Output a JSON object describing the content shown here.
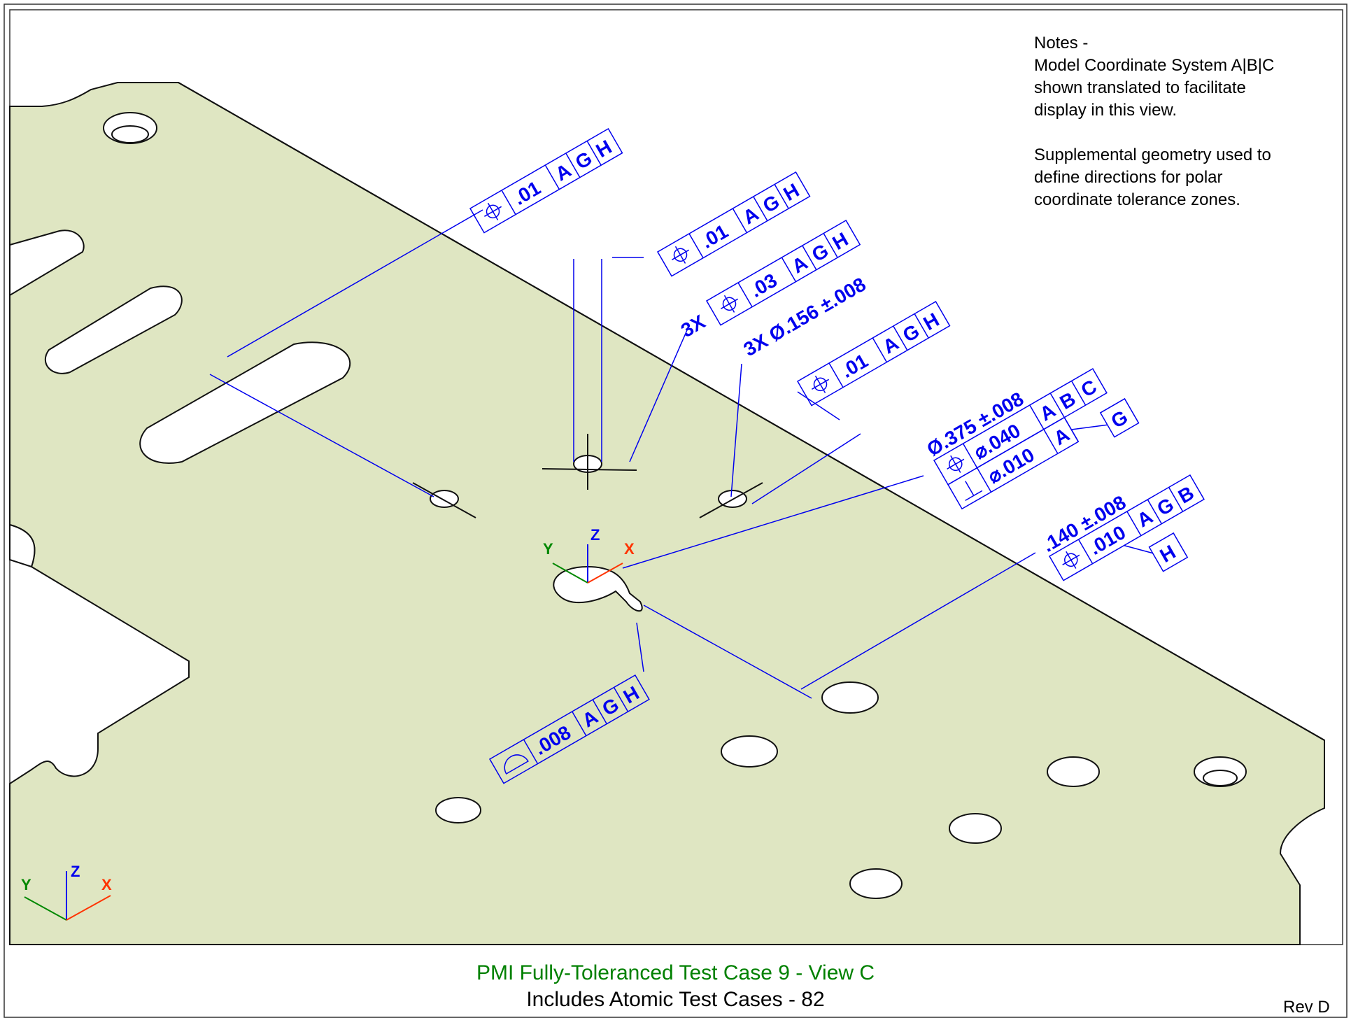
{
  "notes": {
    "header": "Notes -",
    "lines_1": [
      "Model Coordinate System A|B|C",
      "shown translated to facilitate",
      "display in this view."
    ],
    "lines_2": [
      "Supplemental geometry used to",
      "define directions for polar",
      "coordinate tolerance zones."
    ]
  },
  "title": {
    "main": "PMI Fully-Toleranced Test Case 9 - View C",
    "sub": "Includes Atomic Test Cases - 82",
    "rev": "Rev D"
  },
  "colors": {
    "plate": "#dfe6c2",
    "annotation": "#0000ee",
    "title": "#008000",
    "axis_x": "#ff3300",
    "axis_y": "#008800",
    "axis_z": "#0000ee"
  },
  "axes": {
    "x": "X",
    "y": "Y",
    "z": "Z"
  },
  "annotations": {
    "fcf1": {
      "symbol": "position-icon",
      "tol": ".01",
      "refs": [
        "A",
        "G",
        "H"
      ]
    },
    "fcf2": {
      "symbol": "position-icon",
      "tol": ".01",
      "refs": [
        "A",
        "G",
        "H"
      ]
    },
    "fcf3": {
      "count": "3X",
      "symbol": "position-icon",
      "tol": ".03",
      "refs": [
        "A",
        "G",
        "H"
      ]
    },
    "fcf4": {
      "size": "3X Ø.156 ±.008"
    },
    "fcf5": {
      "symbol": "position-icon",
      "tol": ".01",
      "refs": [
        "A",
        "G",
        "H"
      ]
    },
    "fcf6": {
      "size": "Ø.375 ±.008",
      "row1": {
        "symbol": "position-icon",
        "tol": "⌀.040",
        "refs": [
          "A",
          "B",
          "C"
        ]
      },
      "row2": {
        "symbol": "perpendicularity-icon",
        "tol": "⌀.010",
        "refs": [
          "A"
        ]
      },
      "datum": "G"
    },
    "fcf7": {
      "size": ".140 ±.008",
      "symbol": "position-icon",
      "tol": ".010",
      "refs": [
        "A",
        "G",
        "B"
      ],
      "datum": "H"
    },
    "fcf8": {
      "symbol": "profile-of-line-icon",
      "tol": ".008",
      "refs": [
        "A",
        "G",
        "H"
      ]
    }
  }
}
